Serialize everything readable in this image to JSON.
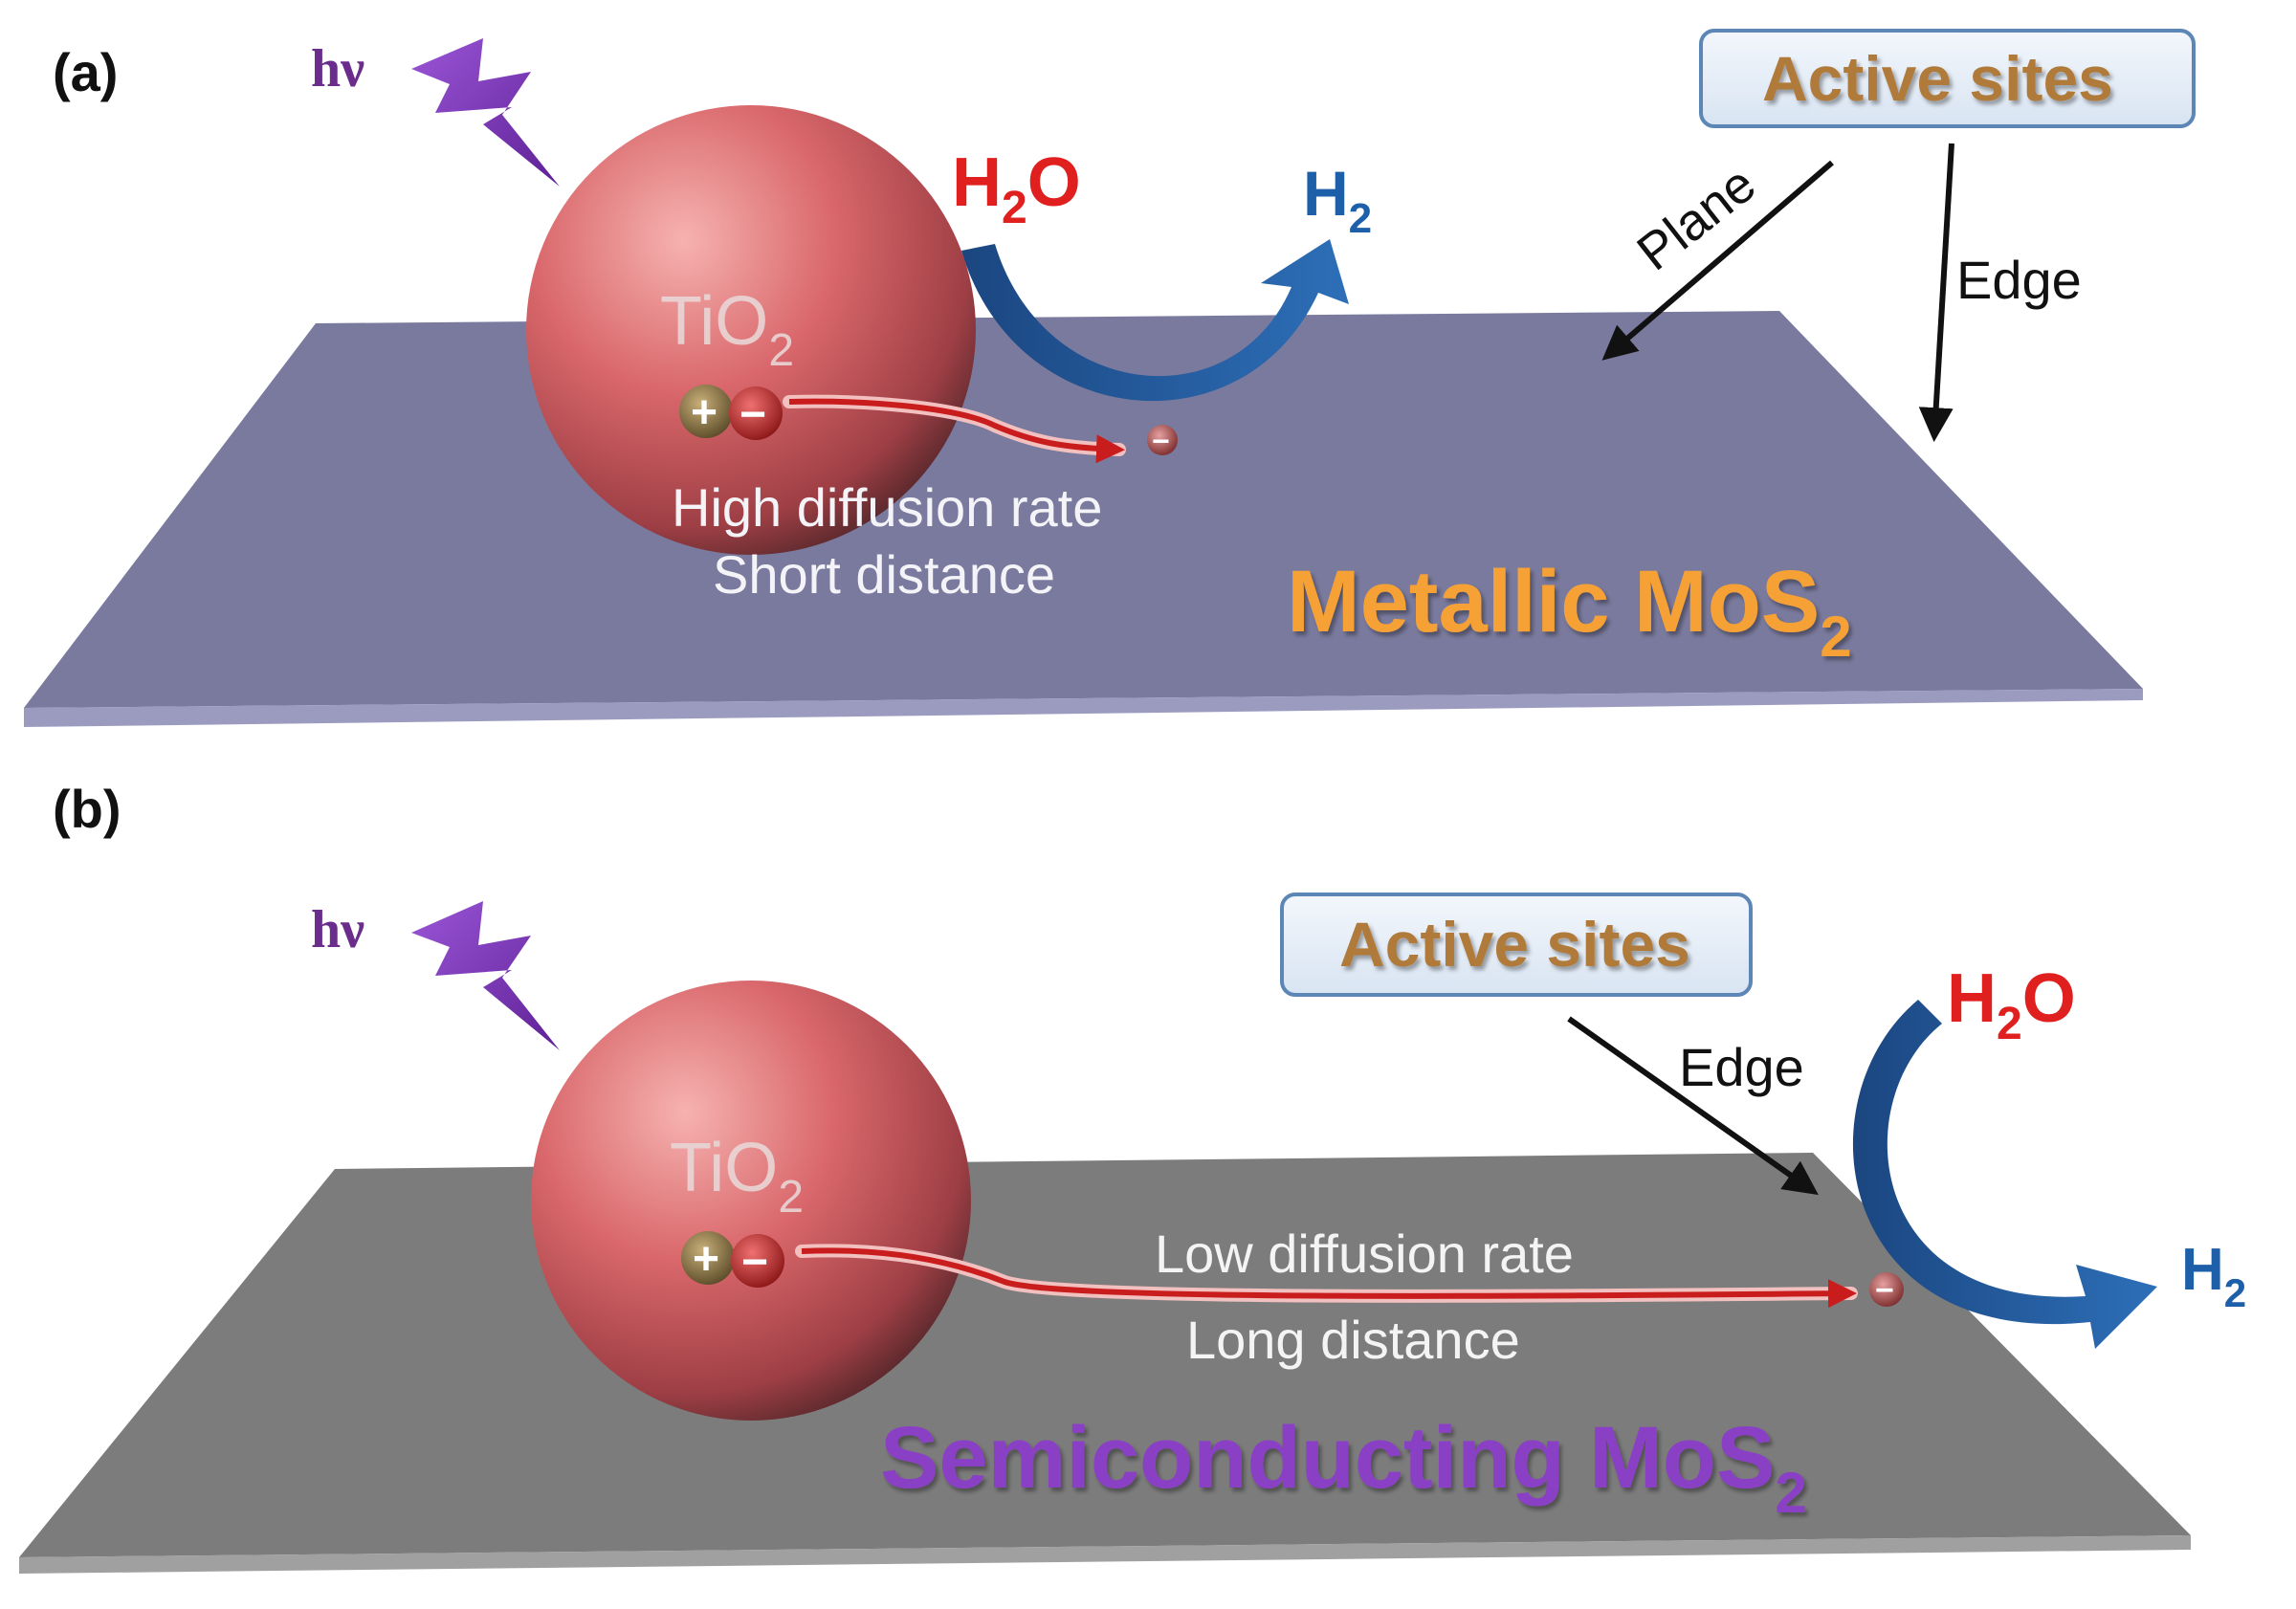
{
  "colors": {
    "metallic_slab": "#7a7a9e",
    "semiconducting_slab": "#7c7c7c",
    "sphere": "#d9676b",
    "h2o_text": "#e0201f",
    "h2_text": "#1d5fa8",
    "hv_text": "#6a2d8c",
    "bolt": "#7a37b8",
    "metallic_label": "#f6a135",
    "semiconducting_label": "#8a3fc4",
    "active_sites_text": "#b07a3a",
    "active_box_fill": "#e6eef7",
    "active_box_stroke": "#5c86b6",
    "curved_arrow": "#1e4d88",
    "electron_path": "#c91d1d"
  },
  "panel_a": {
    "panel_label": "(a)",
    "hv": "hν",
    "sphere_label": "TiO",
    "sphere_sub": "2",
    "plus": "+",
    "minus": "−",
    "electron": "−",
    "h2o": {
      "main": "H",
      "sub": "2",
      "tail": "O"
    },
    "h2": {
      "main": "H",
      "sub": "2"
    },
    "active_sites": "Active sites",
    "plane": "Plane",
    "edge": "Edge",
    "diffusion_line1": "High diffusion rate",
    "diffusion_line2": "Short distance",
    "material_main": "Metallic MoS",
    "material_sub": "2"
  },
  "panel_b": {
    "panel_label": "(b)",
    "hv": "hν",
    "sphere_label": "TiO",
    "sphere_sub": "2",
    "plus": "+",
    "minus": "−",
    "electron": "−",
    "h2o": {
      "main": "H",
      "sub": "2",
      "tail": "O"
    },
    "h2": {
      "main": "H",
      "sub": "2"
    },
    "active_sites": "Active sites",
    "edge": "Edge",
    "diffusion_line1": "Low diffusion rate",
    "diffusion_line2": "Long distance",
    "material_main": "Semiconducting MoS",
    "material_sub": "2"
  }
}
